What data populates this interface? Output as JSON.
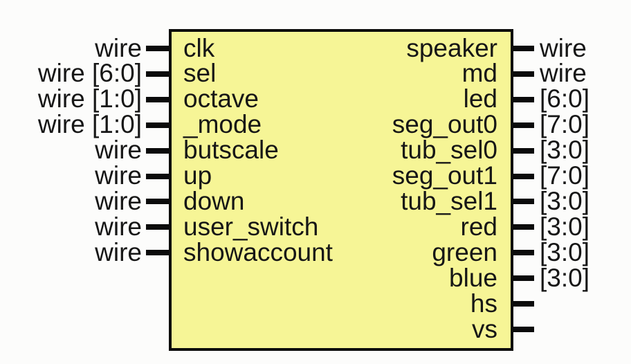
{
  "diagram": {
    "type": "rtl-module-symbol",
    "colors": {
      "module_fill": "#F6F596",
      "line": "#0B0B0B",
      "text": "#161616",
      "background": "#FCFCFB"
    }
  },
  "ports": {
    "left": [
      {
        "ext": "wire",
        "name": "clk"
      },
      {
        "ext": "wire [6:0]",
        "name": "sel"
      },
      {
        "ext": "wire [1:0]",
        "name": "octave"
      },
      {
        "ext": "wire [1:0]",
        "name": "_mode"
      },
      {
        "ext": "wire",
        "name": "butscale"
      },
      {
        "ext": "wire",
        "name": "up"
      },
      {
        "ext": "wire",
        "name": "down"
      },
      {
        "ext": "wire",
        "name": "user_switch"
      },
      {
        "ext": "wire",
        "name": "showaccount"
      }
    ],
    "right": [
      {
        "name": "speaker",
        "ext": "wire"
      },
      {
        "name": "md",
        "ext": "wire"
      },
      {
        "name": "led",
        "ext": "[6:0]"
      },
      {
        "name": "seg_out0",
        "ext": "[7:0]"
      },
      {
        "name": "tub_sel0",
        "ext": "[3:0]"
      },
      {
        "name": "seg_out1",
        "ext": "[7:0]"
      },
      {
        "name": "tub_sel1",
        "ext": "[3:0]"
      },
      {
        "name": "red",
        "ext": "[3:0]"
      },
      {
        "name": "green",
        "ext": "[3:0]"
      },
      {
        "name": "blue",
        "ext": "[3:0]"
      },
      {
        "name": "hs",
        "ext": ""
      },
      {
        "name": "vs",
        "ext": ""
      }
    ]
  }
}
